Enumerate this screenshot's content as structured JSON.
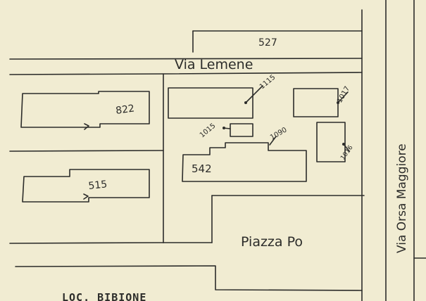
{
  "map": {
    "streets": {
      "via_lemene": "Via Lemene",
      "via_orsa_maggiore": "Via Orsa Maggiore",
      "piazza_po": "Piazza Po"
    },
    "parcels": {
      "p527": "527",
      "p822": "822",
      "p515": "515",
      "p542": "542",
      "p1115": "1115",
      "p1017": "1017",
      "p1015": "1015",
      "p1090": "1090",
      "p1016": "1016"
    },
    "locality": "LOC. BIBIONE"
  }
}
